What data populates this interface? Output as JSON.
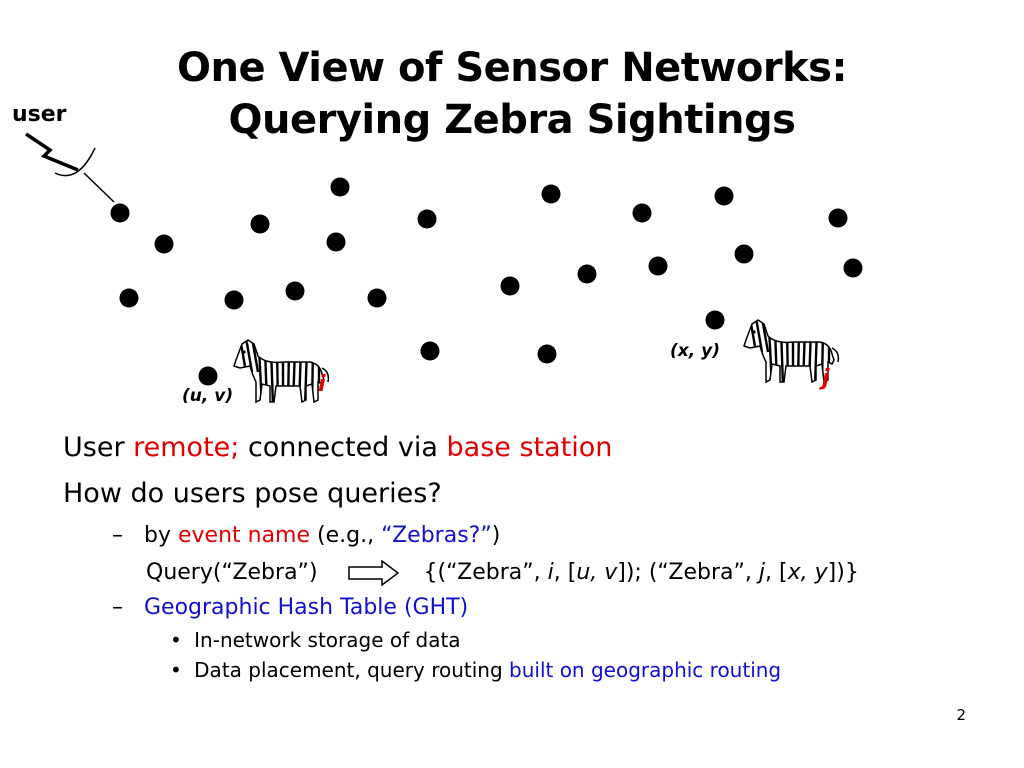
{
  "colors": {
    "red": "#e00000",
    "blue": "#1010d0",
    "text": "#000000"
  },
  "title": {
    "line1": "One View of Sensor Networks:",
    "line2": "Querying Zebra Sightings"
  },
  "diagram": {
    "user_label": "user",
    "zebra_i": {
      "coord": "(u, v)",
      "label": "i"
    },
    "zebra_j": {
      "coord": "(x, y)",
      "label": "j"
    },
    "icons": [
      "antenna-icon",
      "lightning-icon",
      "zebra-icon"
    ]
  },
  "bullets": {
    "line1": {
      "a": "User ",
      "b": "remote;",
      "c": " connected via ",
      "d": "base station"
    },
    "line2": "How do users pose queries?",
    "sub1": {
      "dash": "–",
      "a": "by ",
      "b": "event name",
      "c": " (e.g., ",
      "d": "“Zebras?”",
      "e": ")"
    },
    "query": {
      "left": "Query(“Zebra”)",
      "r1": "{(“Zebra”, ",
      "r2": "i",
      "r3": ", [",
      "r4": "u, v",
      "r5": "]); (“Zebra”, ",
      "r6": "j",
      "r7": ", [",
      "r8": "x, y",
      "r9": "])}"
    },
    "sub2": {
      "dash": "–",
      "text": "Geographic Hash Table (GHT)"
    },
    "subsub1": {
      "bullet": "•",
      "text": "In-network storage of data"
    },
    "subsub2": {
      "bullet": "•",
      "a": "Data placement, query routing ",
      "b": "built on geographic routing"
    }
  },
  "page_number": "2"
}
